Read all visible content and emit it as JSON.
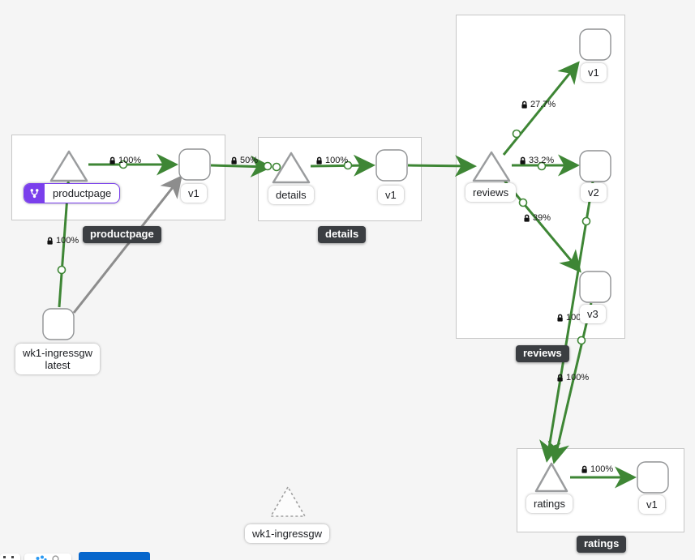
{
  "colors": {
    "background": "#f5f5f5",
    "edge_healthy_green": "#3e8635",
    "edge_idle_gray": "#8d8d8d",
    "selected_purple": "#7a3fec",
    "badge_dark_bg": "#3b3e42",
    "toolbar_button_blue": "#0666cc"
  },
  "groups": {
    "productpage": {
      "badge": "productpage"
    },
    "details": {
      "badge": "details"
    },
    "reviews": {
      "badge": "reviews"
    },
    "ratings": {
      "badge": "ratings"
    }
  },
  "nodes": {
    "productpage": {
      "label": "productpage"
    },
    "productpage_v1": {
      "label": "v1"
    },
    "details": {
      "label": "details"
    },
    "details_v1": {
      "label": "v1"
    },
    "reviews": {
      "label": "reviews"
    },
    "reviews_v1": {
      "label": "v1"
    },
    "reviews_v2": {
      "label": "v2"
    },
    "reviews_v3": {
      "label": "v3"
    },
    "ratings": {
      "label": "ratings"
    },
    "ratings_v1": {
      "label": "v1"
    },
    "ingress_workload": {
      "line1": "wk1-ingressgw",
      "line2": "latest"
    },
    "idle_gateway": {
      "label": "wk1-ingressgw"
    }
  },
  "edges": {
    "ingress_to_productpage": {
      "label": "100%"
    },
    "productpage_to_v1": {
      "label": "100%"
    },
    "productpage_v1_to_details": {
      "label": "50%"
    },
    "details_to_v1": {
      "label": "100%"
    },
    "reviews_to_v1": {
      "label": "27.7%"
    },
    "reviews_to_v2": {
      "label": "33.2%"
    },
    "reviews_to_v3": {
      "label": "39%"
    },
    "reviews_v2_to_ratings": {
      "label": "100%"
    },
    "reviews_v3_to_ratings": {
      "label": "100%"
    },
    "ratings_to_v1": {
      "label": "100%"
    }
  }
}
